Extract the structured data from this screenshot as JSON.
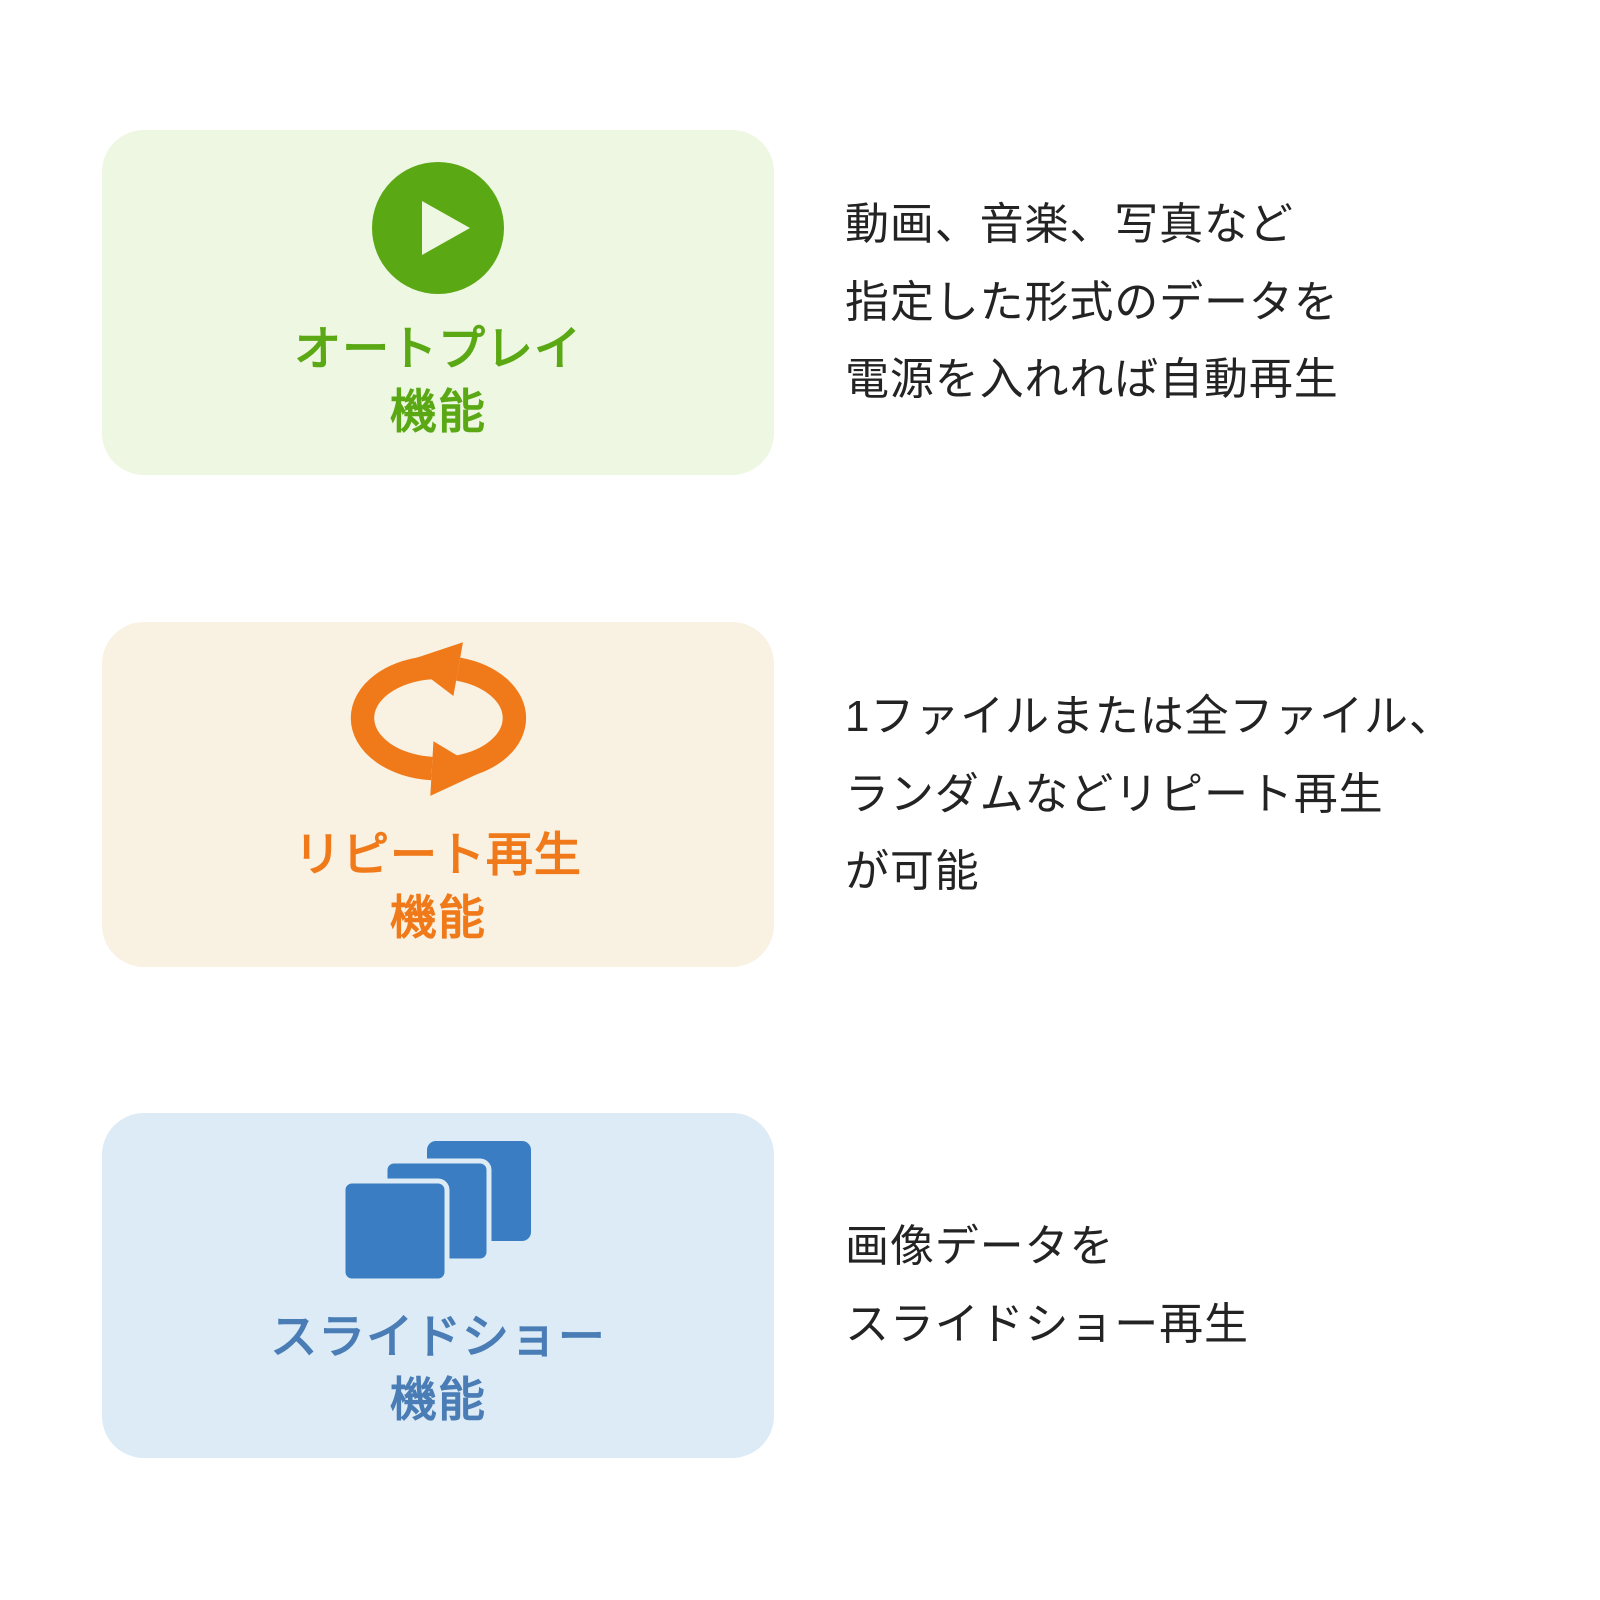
{
  "page": {
    "background_color": "#ffffff",
    "description_text_color": "#232323"
  },
  "features": [
    {
      "id": "autoplay",
      "icon": "play-circle-icon",
      "accent_color": "#5ba815",
      "card_background": "#eef7e1",
      "title_line1": "オートプレイ",
      "title_line2": "機能",
      "description_lines": [
        "動画、音楽、写真など",
        "指定した形式のデータを",
        "電源を入れれば自動再生"
      ]
    },
    {
      "id": "repeat",
      "icon": "repeat-arrows-icon",
      "accent_color": "#f07a1a",
      "card_background": "#f9f2e3",
      "title_line1": "リピート再生",
      "title_line2": "機能",
      "description_lines": [
        "1ファイルまたは全ファイル、",
        "ランダムなどリピート再生",
        "が可能"
      ]
    },
    {
      "id": "slideshow",
      "icon": "slideshow-stack-icon",
      "accent_color": "#4a7db5",
      "icon_color": "#3a7dc2",
      "card_background": "#dcebf6",
      "title_line1": "スライドショー",
      "title_line2": "機能",
      "description_lines": [
        "画像データを",
        "スライドショー再生"
      ]
    }
  ]
}
